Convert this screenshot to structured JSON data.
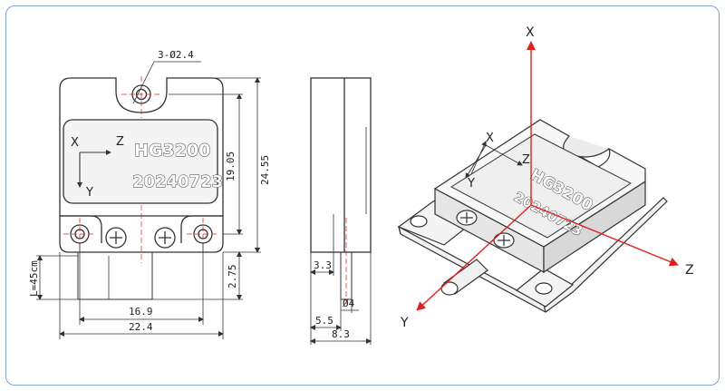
{
  "front_view": {
    "model": "HG3200",
    "date_code": "20240723",
    "axis_x": "X",
    "axis_y": "Y",
    "axis_z": "Z",
    "hole_callout": "3-Ø2.4",
    "dim_height_inner": "19.05",
    "dim_height_total": "24.55",
    "dim_cable_offset": "2.75",
    "dim_cable_len": "L=45cm",
    "dim_width_inner": "16.9",
    "dim_width_total": "22.4"
  },
  "side_view": {
    "dim_3_3": "3.3",
    "dim_dia4": "Ø4",
    "dim_5_5": "5.5",
    "dim_8_3": "8.3"
  },
  "iso_view": {
    "model": "HG3200",
    "date_code": "20240723",
    "axis_x": "X",
    "axis_y": "Y",
    "axis_z": "Z",
    "axis_x_big": "X",
    "axis_y_big": "Y",
    "axis_z_big": "Z",
    "axis_color": "#e02020"
  }
}
